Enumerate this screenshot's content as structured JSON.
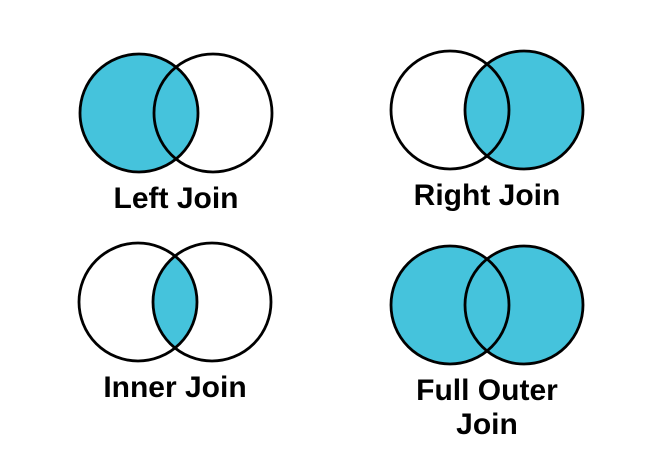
{
  "colors": {
    "fill_color": "#45C3DC",
    "stroke_color": "#000000",
    "label_color": "#000000",
    "background": "#FFFFFF"
  },
  "diagrams": [
    {
      "id": "left-join",
      "label_lines": [
        "Left Join"
      ],
      "shaded": {
        "left_circle": true,
        "right_circle": false,
        "intersection": true
      }
    },
    {
      "id": "right-join",
      "label_lines": [
        "Right Join"
      ],
      "shaded": {
        "left_circle": false,
        "right_circle": true,
        "intersection": true
      }
    },
    {
      "id": "inner-join",
      "label_lines": [
        "Inner Join"
      ],
      "shaded": {
        "left_circle": false,
        "right_circle": false,
        "intersection": true
      }
    },
    {
      "id": "full-outer-join",
      "label_lines": [
        "Full Outer",
        "Join"
      ],
      "shaded": {
        "left_circle": true,
        "right_circle": true,
        "intersection": true
      }
    }
  ]
}
